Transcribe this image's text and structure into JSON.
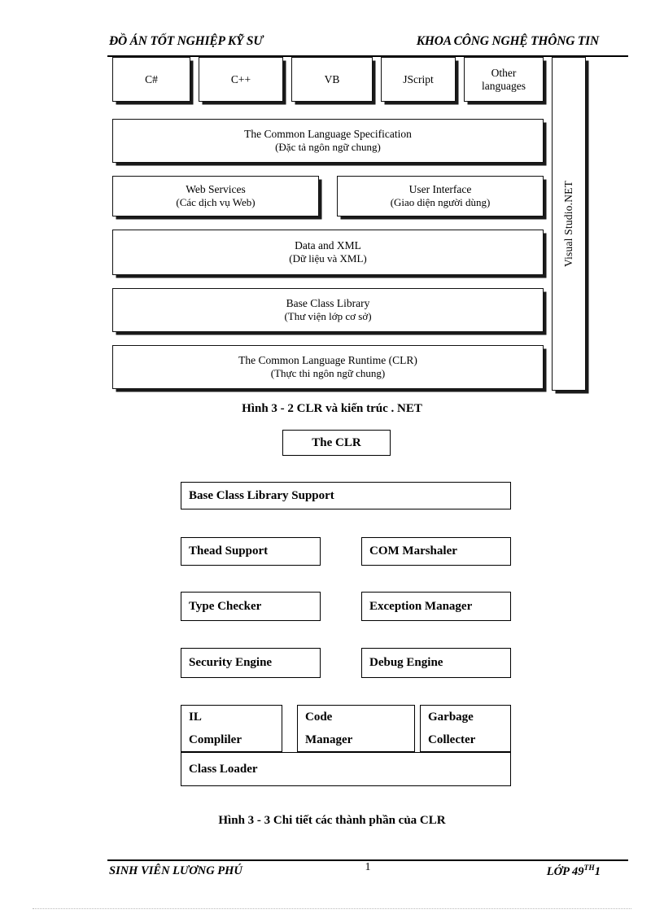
{
  "header": {
    "left": "ĐỒ ÁN TỐT NGHIỆP KỸ SƯ",
    "right": "KHOA CÔNG NGHỆ THÔNG TIN"
  },
  "figure1": {
    "caption": "Hình 3 - 2 CLR và kiến trúc . NET",
    "languages": [
      {
        "label": "C#"
      },
      {
        "label": "C++"
      },
      {
        "label": "VB"
      },
      {
        "label": "JScript"
      },
      {
        "label_line1": "Other",
        "label_line2": "languages"
      }
    ],
    "layers": {
      "cls": {
        "en": "The Common Language Specification",
        "vi": "(Đặc tả ngôn ngữ chung)"
      },
      "web_services": {
        "en": "Web Services",
        "vi": "(Các dịch vụ Web)"
      },
      "user_interface": {
        "en": "User Interface",
        "vi": "(Giao diện người dùng)"
      },
      "data_xml": {
        "en": "Data and XML",
        "vi": "(Dữ liệu và XML)"
      },
      "base_class_library": {
        "en": "Base Class Library",
        "vi": "(Thư viện lớp cơ sở)"
      },
      "clr": {
        "en": "The Common Language Runtime (CLR)",
        "vi": "(Thực thi ngôn ngữ chung)"
      }
    },
    "sidebar": {
      "label": "Visual Studio.NET"
    }
  },
  "figure2": {
    "caption": "Hình 3  - 3 Chi tiết các thành phần của CLR",
    "title_box": "The CLR",
    "bcl_support": "Base Class Library Support",
    "rows": [
      {
        "left": "Thead Support",
        "right": "COM Marshaler"
      },
      {
        "left": "Type Checker",
        "right": "Exception Manager"
      },
      {
        "left": "Security Engine",
        "right": "Debug Engine"
      }
    ],
    "bottom": {
      "il_line1": "IL",
      "il_line2": "Compliler",
      "code_line1": "Code",
      "code_line2": "Manager",
      "gc_line1": "Garbage",
      "gc_line2": "Collecter",
      "class_loader": "Class Loader"
    }
  },
  "footer": {
    "left": "SINH VIÊN LƯƠNG PHÚ",
    "page": "1",
    "right_main": "LỚP 49",
    "right_sup": "TH",
    "right_tail": "1"
  }
}
